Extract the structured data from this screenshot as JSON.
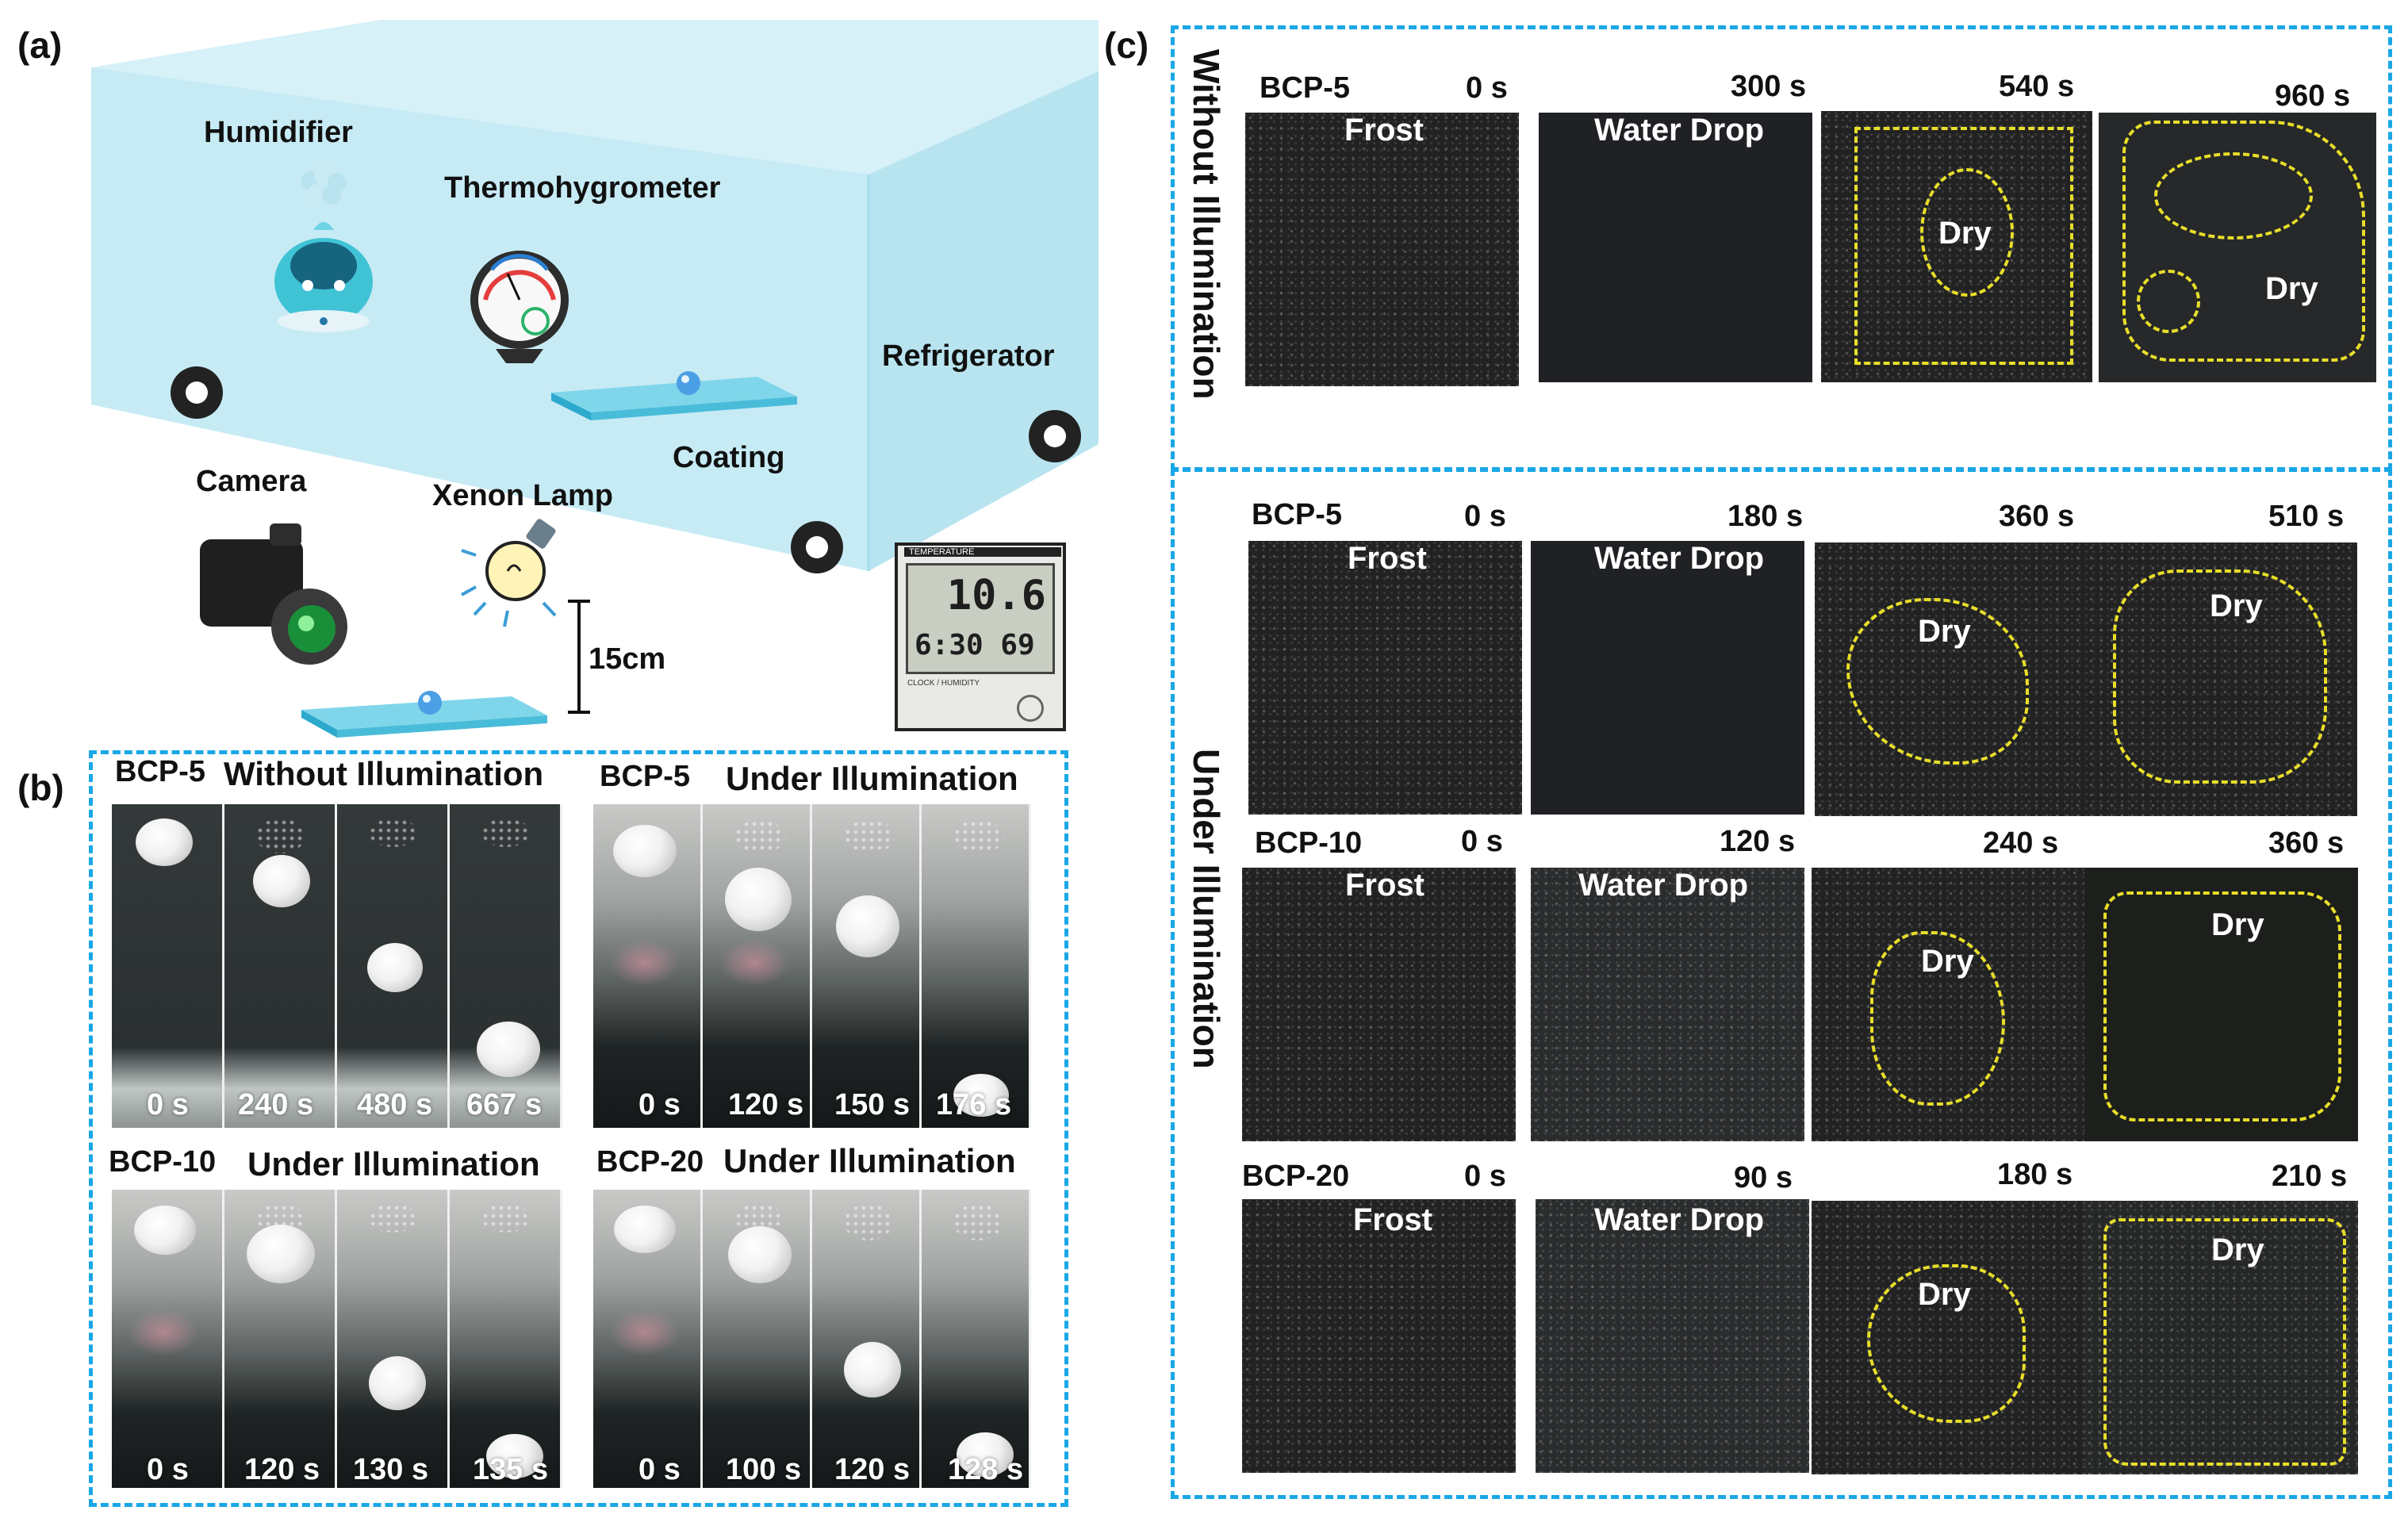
{
  "panel_a": {
    "letter": "(a)",
    "humidifier": "Humidifier",
    "thermohygrometer": "Thermohygrometer",
    "refrigerator": "Refrigerator",
    "coating": "Coating",
    "camera": "Camera",
    "xenon_lamp": "Xenon Lamp",
    "distance": "15cm",
    "display_top": "10.6",
    "display_bottom": "6:30 69",
    "display_header": "TEMPERATURE",
    "display_footer": "CLOCK / HUMIDITY"
  },
  "panel_b": {
    "letter": "(b)",
    "groups": [
      {
        "sample": "BCP-5",
        "condition": "Without Illumination",
        "times": [
          "0 s",
          "240 s",
          "480 s",
          "667 s"
        ]
      },
      {
        "sample": "BCP-5",
        "condition": "Under Illumination",
        "times": [
          "0 s",
          "120 s",
          "150 s",
          "176 s"
        ]
      },
      {
        "sample": "BCP-10",
        "condition": "Under Illumination",
        "times": [
          "0 s",
          "120 s",
          "130 s",
          "135 s"
        ]
      },
      {
        "sample": "BCP-20",
        "condition": "Under Illumination",
        "times": [
          "0 s",
          "100 s",
          "120 s",
          "128 s"
        ]
      }
    ]
  },
  "panel_c": {
    "letter": "(c)",
    "side_without": "Without Illumination",
    "side_under": "Under Illumination",
    "state_frost": "Frost",
    "state_water": "Water Drop",
    "state_dry": "Dry",
    "rows": [
      {
        "sample": "BCP-5",
        "times": [
          "0 s",
          "300 s",
          "540 s",
          "960 s"
        ]
      },
      {
        "sample": "BCP-5",
        "times": [
          "0 s",
          "180 s",
          "360 s",
          "510 s"
        ]
      },
      {
        "sample": "BCP-10",
        "times": [
          "0 s",
          "120 s",
          "240 s",
          "360 s"
        ]
      },
      {
        "sample": "BCP-20",
        "times": [
          "0 s",
          "90 s",
          "180 s",
          "210 s"
        ]
      }
    ]
  },
  "colors": {
    "dash_blue": "#1aa7e6",
    "dry_outline": "#e8de2a",
    "box_fill": "#cfeef6"
  }
}
